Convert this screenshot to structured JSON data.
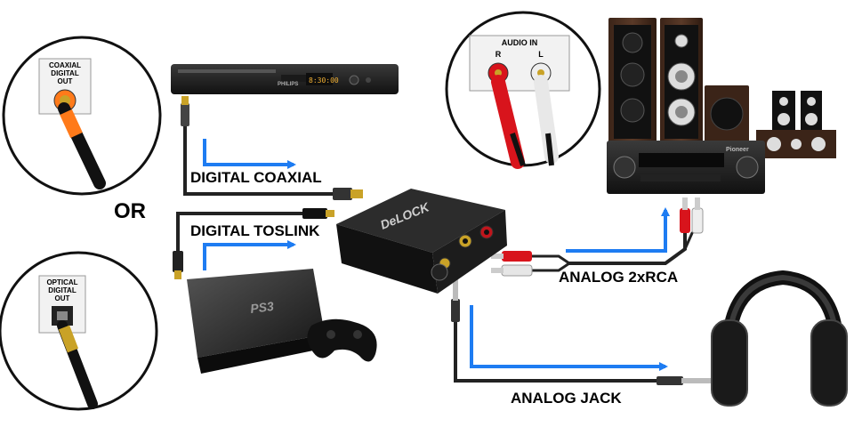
{
  "labels": {
    "digital_coaxial": "DIGITAL COAXIAL",
    "digital_toslink": "DIGITAL TOSLINK",
    "or": "OR",
    "analog_rca": "ANALOG 2xRCA",
    "analog_jack": "ANALOG JACK"
  },
  "inset_coaxial": {
    "line1": "COAXIAL",
    "line2": "DIGITAL",
    "line3": "OUT"
  },
  "inset_optical": {
    "line1": "OPTICAL",
    "line2": "DIGITAL",
    "line3": "OUT"
  },
  "inset_audio_in": {
    "title": "AUDIO IN",
    "right": "R",
    "left": "L"
  },
  "dvd_player": {
    "brand": "PHILIPS",
    "display": "8:30:00"
  },
  "console": {
    "logo": "PS3"
  },
  "converter": {
    "brand": "DeLOCK"
  },
  "receiver": {
    "brand": "Pioneer"
  },
  "colors": {
    "arrow": "#1e7cf2",
    "cable": "#222222",
    "orange_ring": "#ff7a1a",
    "red": "#d8141c"
  }
}
